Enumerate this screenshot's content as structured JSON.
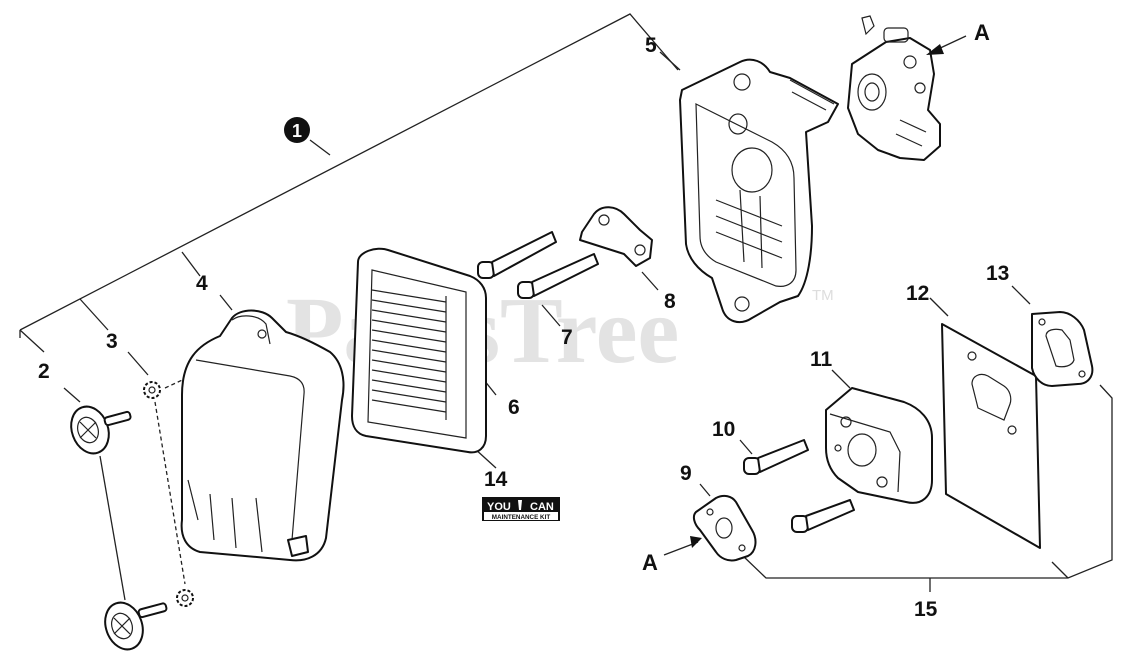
{
  "watermark": {
    "text": "PartsTree",
    "tm": "TM"
  },
  "labels": {
    "l1": "1",
    "l2": "2",
    "l3": "3",
    "l4": "4",
    "l5": "5",
    "l6": "6",
    "l7": "7",
    "l8": "8",
    "l9": "9",
    "l10": "10",
    "l11": "11",
    "l12": "12",
    "l13": "13",
    "l14": "14",
    "l15": "15",
    "a_top": "A",
    "a_bottom": "A"
  },
  "badge": {
    "line1_left": "YOU",
    "line1_right": "CAN",
    "line2": "MAINTENANCE KIT"
  }
}
